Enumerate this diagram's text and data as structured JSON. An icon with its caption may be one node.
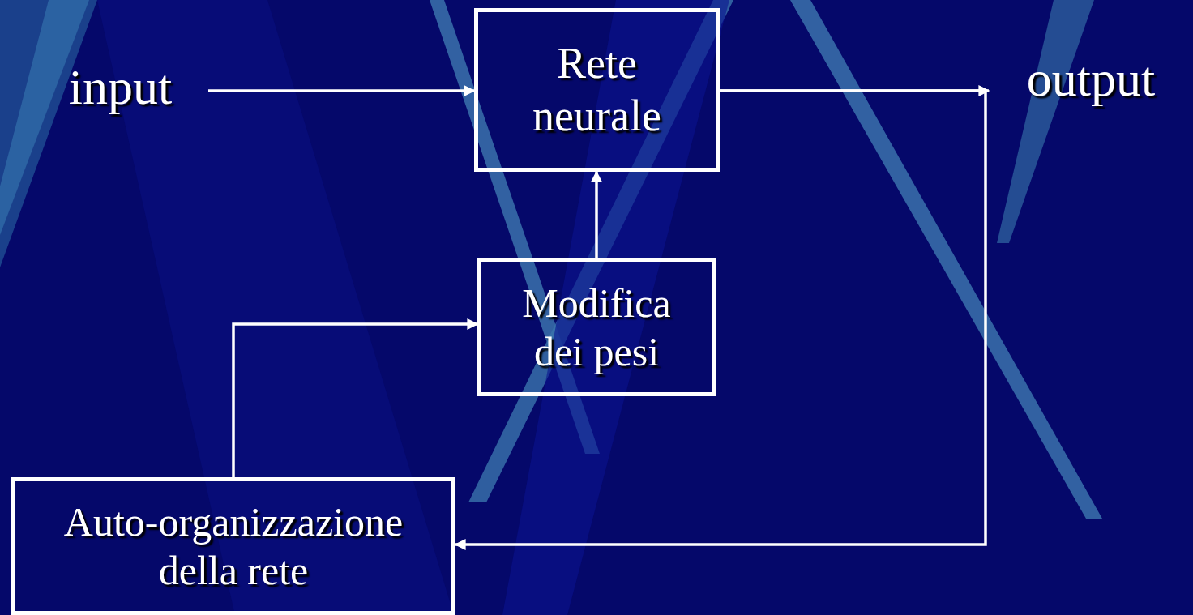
{
  "diagram": {
    "nodes": [
      {
        "text": [
          "input"
        ]
      },
      {
        "text": [
          "Rete neurale"
        ]
      },
      {
        "text": [
          "output"
        ]
      },
      {
        "text": [
          "Modifica dei pesi"
        ]
      },
      {
        "text": [
          "Auto-organizzazione della rete"
        ]
      }
    ],
    "edges": [
      {
        "from": 0,
        "to": 1,
        "arrow": "to"
      },
      {
        "from": 1,
        "to": 2,
        "arrow": "to"
      },
      {
        "from": 1,
        "to": 4,
        "arrow": "to"
      },
      {
        "from": 3,
        "to": 1,
        "arrow": "to"
      },
      {
        "from": 4,
        "to": 3,
        "arrow": "to"
      }
    ]
  }
}
